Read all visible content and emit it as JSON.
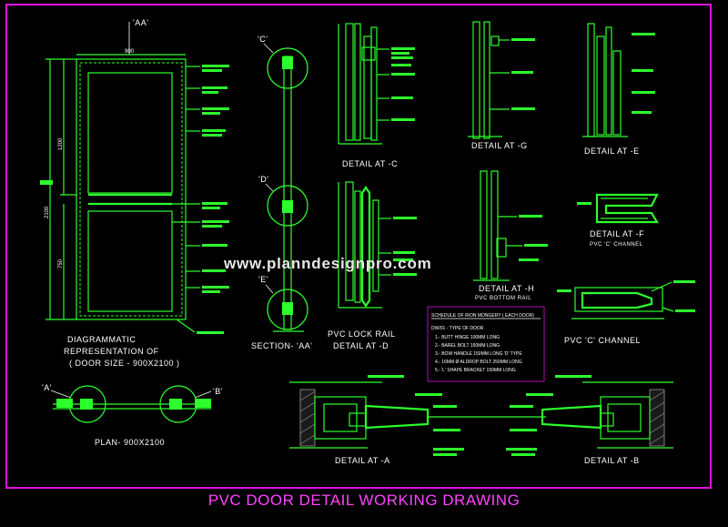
{
  "title": "PVC DOOR DETAIL WORKING DRAWING",
  "watermark": "www.planndesignpro.com",
  "colors": {
    "frame": "#e010e0",
    "lines": "#2cff2c",
    "text": "#ffffff",
    "title": "#ff44ff"
  },
  "labels": {
    "section_marker_top": "'AA'",
    "dim_width": "900",
    "dim_total_height": "2100",
    "dim_upper": "1200",
    "dim_lower": "750",
    "callout_c": "'C'",
    "callout_d": "'D'",
    "callout_e": "'E'",
    "callout_a": "'A'",
    "callout_b": "'B'",
    "diagrammatic_line1": "DIAGRAMMATIC",
    "diagrammatic_line2": "REPRESENTATION OF",
    "diagrammatic_line3": "( DOOR SIZE - 900X2100 )",
    "section_aa": "SECTION- 'AA'",
    "plan": "PLAN- 900X2100",
    "detail_c": "DETAIL AT -C",
    "detail_g": "DETAIL AT -G",
    "detail_e": "DETAIL AT -E",
    "detail_f": "DETAIL AT -F",
    "detail_f_sub": "PVC 'C' CHANNEL",
    "detail_h": "DETAIL AT -H",
    "detail_h_sub": "PVC BOTTOM RAIL",
    "lock_rail_line1": "PVC LOCK RAIL",
    "lock_rail_line2": "DETAIL AT -D",
    "c_channel": "PVC 'C' CHANNEL",
    "detail_a": "DETAIL AT -A",
    "detail_b": "DETAIL AT -B"
  },
  "schedule": {
    "heading": "SCHEDULE OF IRON MONGERY ( EACH DOOR)",
    "subheading": "DW/01 - TYPE OF DOOR",
    "items": [
      "1.- BUTT HINGE 100MM LONG",
      "2.- BAREL BOLT 150MM LONG",
      "3.- BOW HANDLE 150MM LONG 'D' TYPE",
      "4.- 16MM Ø ALDROP BOLT 250MM LONG",
      "5.- 'L' SHAPE BRACKET 150MM LONG"
    ]
  }
}
